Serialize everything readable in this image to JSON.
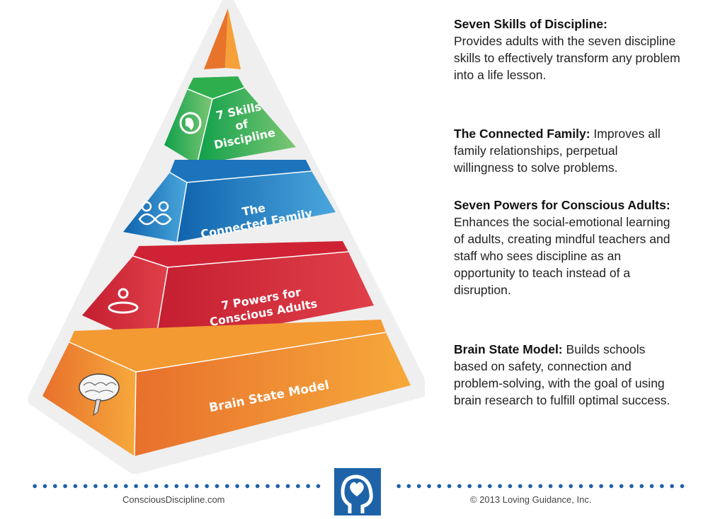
{
  "pyramid": {
    "tiers": [
      {
        "label_lines": [
          "7 Skills",
          "of",
          "Discipline"
        ],
        "icon": "globe-icon",
        "color": "#3db54a"
      },
      {
        "label_lines": [
          "The",
          "Connected Family"
        ],
        "icon": "connected-people-icon",
        "color": "#1f75bb"
      },
      {
        "label_lines": [
          "7 Powers for",
          "Conscious Adults"
        ],
        "icon": "meditating-person-icon",
        "color": "#d02a37"
      },
      {
        "label_lines": [
          "Brain State Model"
        ],
        "icon": "brain-icon",
        "color": "#ef8a2c"
      }
    ]
  },
  "descriptions": [
    {
      "heading": "Seven Skills of Discipline:",
      "body": "Provides adults with the seven discipline skills to effectively transform any problem into a life lesson."
    },
    {
      "heading": "The Connected Family:",
      "body": "Improves all family relationships, perpetual willingness to solve problems."
    },
    {
      "heading": "Seven Powers for Conscious Adults:",
      "body": "Enhances the social-emotional learning of adults, creating mindful teachers and staff who sees discipline as an opportunity to teach instead of a disruption."
    },
    {
      "heading": "Brain State Model:",
      "body": "Builds schools based on safety, connection and problem-solving, with the goal of using brain research to fulfill optimal success."
    }
  ],
  "footer": {
    "website": "ConsciousDiscipline.com",
    "copyright": "© 2013 Loving Guidance, Inc.",
    "logo_icon": "head-heart-logo-icon"
  }
}
